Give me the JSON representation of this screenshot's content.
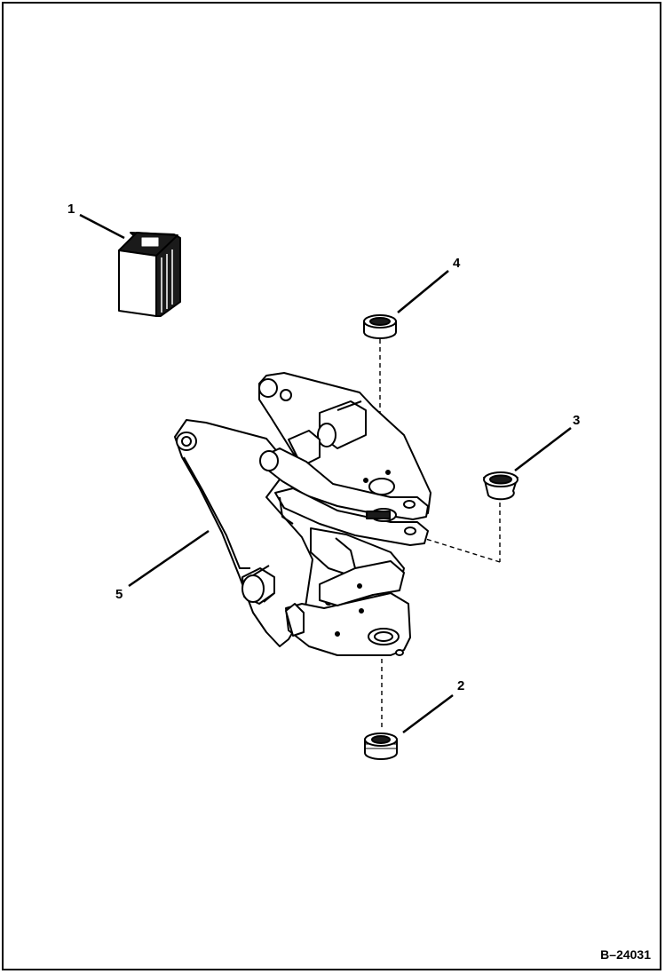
{
  "callouts": {
    "c1": "1",
    "c2": "2",
    "c3": "3",
    "c4": "4",
    "c5": "5"
  },
  "figure_ref": "B–24031",
  "colors": {
    "line": "#000000",
    "fill": "#ffffff",
    "dark": "#1a1a1a"
  }
}
